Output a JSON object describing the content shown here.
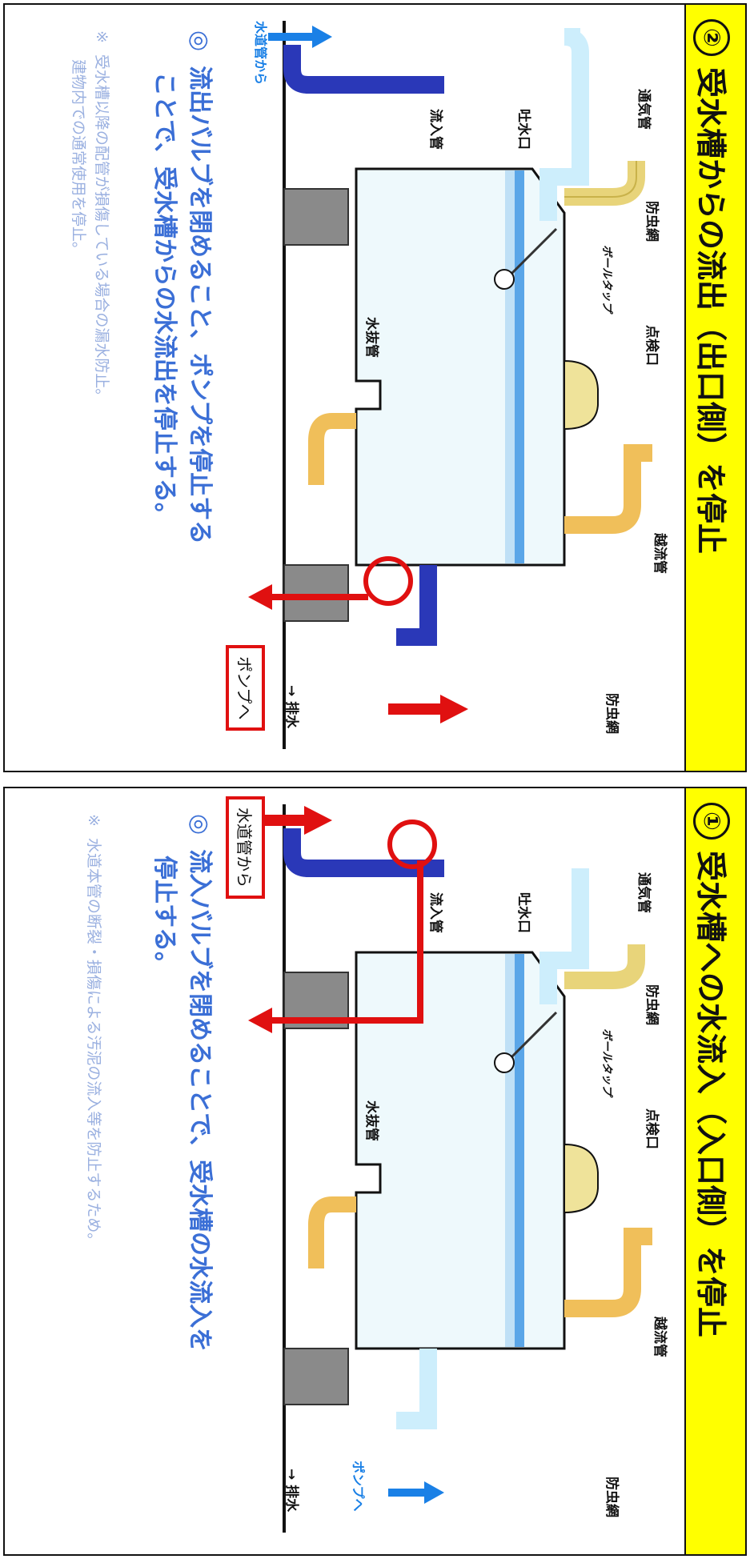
{
  "panels": [
    {
      "number": "②",
      "title": "受水槽からの流出（出口側）を停止",
      "labels": {
        "vent_pipe": "通気管",
        "insect_net_top": "防虫網",
        "inspection_port": "点検口",
        "overflow_pipe": "越流管",
        "insect_net_right": "防虫網",
        "ball_tap": "ボールタップ",
        "spout": "吐水口",
        "inflow_pipe": "流入管",
        "drain_pipe": "水抜管",
        "drainage": "→ 排水",
        "water_source": "水道管から",
        "to_pump": "ポンプへ"
      },
      "main_note_mark": "◎",
      "main_note": [
        "流出バルブを閉めること、ポンプを停止する",
        "ことで、受水槽からの水流出を停止する。"
      ],
      "sub_note_mark": "※",
      "sub_note": [
        "受水槽以降の配管が損傷している場合の漏水防止。",
        "建物内での通常使用を停止。"
      ]
    },
    {
      "number": "①",
      "title": "受水槽への水流入（入口側）を停止",
      "labels": {
        "vent_pipe": "通気管",
        "insect_net_top": "防虫網",
        "inspection_port": "点検口",
        "overflow_pipe": "越流管",
        "insect_net_right": "防虫網",
        "ball_tap": "ボールタップ",
        "spout": "吐水口",
        "inflow_pipe": "流入管",
        "drain_pipe": "水抜管",
        "drainage": "→ 排水",
        "water_source": "水道管から",
        "to_pump": "ポンプへ"
      },
      "main_note_mark": "◎",
      "main_note": [
        "流入バルブを閉めることで、受水槽の水流入を",
        "停止する。"
      ],
      "sub_note_mark": "※",
      "sub_note": [
        "水道本管の断裂・損傷による汚泥の流入等を防止するため。"
      ]
    }
  ]
}
